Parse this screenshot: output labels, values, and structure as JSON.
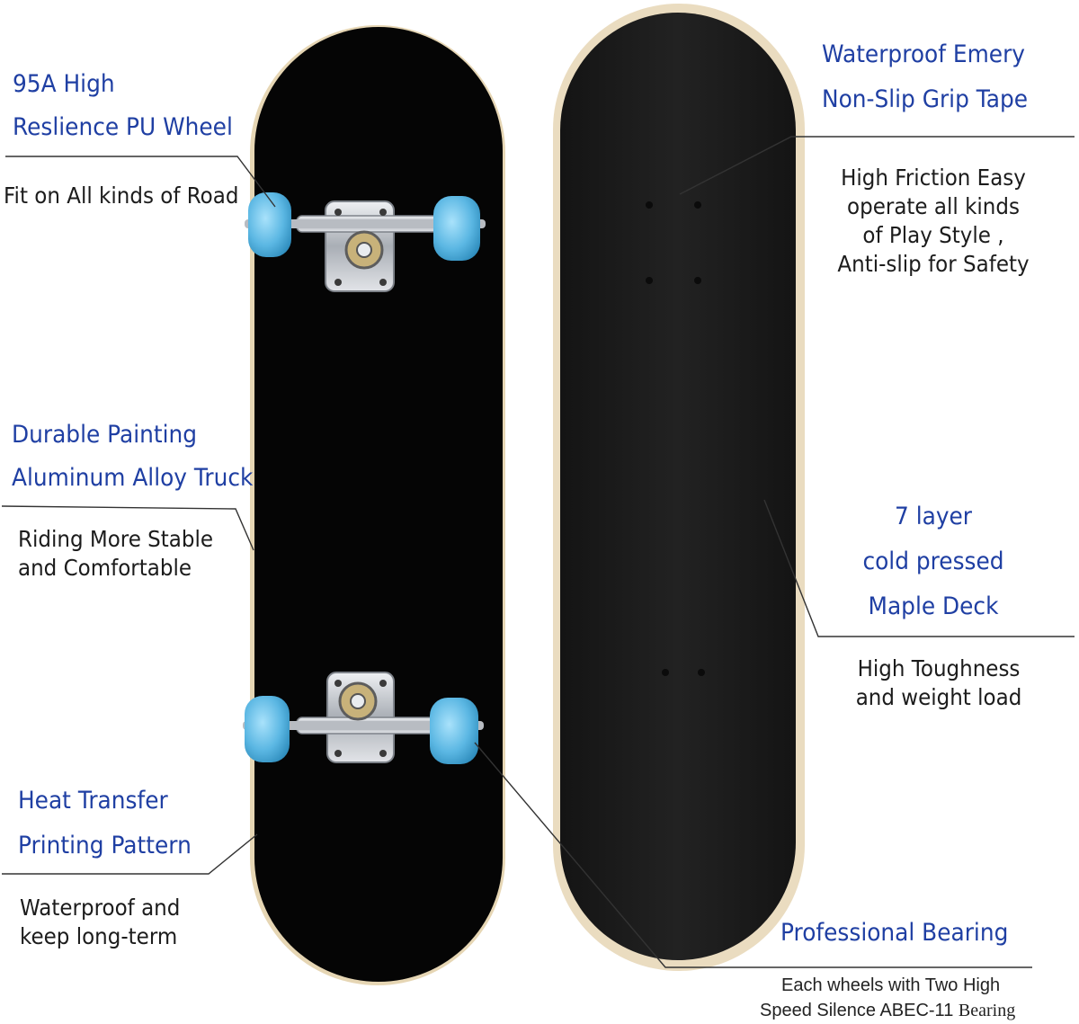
{
  "colors": {
    "feature_text": "#1f3fa3",
    "desc_text": "#1c1c1c",
    "deck": "#050505",
    "grip_tape": "#1b1b1b",
    "deck_edge": "#e6d6b4",
    "wheel": "#5db9e4",
    "truck": "#c5c9cf"
  },
  "callouts": {
    "wheel": {
      "title": [
        "95A High",
        "Reslience PU Wheel"
      ],
      "description": [
        "Fit on All kinds of Road"
      ]
    },
    "truck": {
      "title": [
        "Durable Painting",
        "Aluminum Alloy Truck"
      ],
      "description": [
        "Riding More Stable",
        "and Comfortable"
      ]
    },
    "pattern": {
      "title": [
        "Heat Transfer",
        "Printing Pattern"
      ],
      "description": [
        "Waterproof and",
        "keep long-term"
      ]
    },
    "grip": {
      "title": [
        "Waterproof Emery",
        "Non-Slip Grip Tape"
      ],
      "description": [
        "High Friction Easy",
        "operate all kinds",
        "of Play Style ,",
        "Anti-slip for Safety"
      ]
    },
    "deck": {
      "title": [
        "7 layer",
        "cold pressed",
        "Maple Deck"
      ],
      "description": [
        "High Toughness",
        "and weight load"
      ]
    },
    "bearing": {
      "title": [
        "Professional Bearing"
      ],
      "description_line1": "Each wheels with  Two High",
      "description_line2_a": "Speed Silence ABEC-11 ",
      "description_line2_b": "Bearing"
    }
  }
}
